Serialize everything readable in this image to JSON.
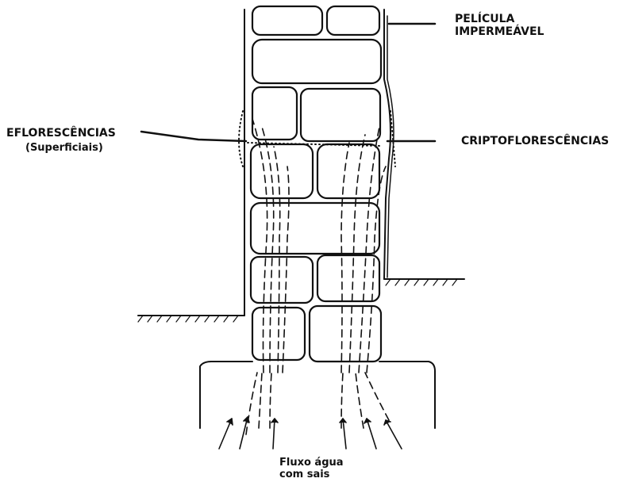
{
  "labels": {
    "pelicula_line1": "PELÍCULA",
    "pelicula_line2": "IMPERMEÁVEL",
    "eflorescencias": "EFLORESCÊNCIAS",
    "eflorescencias_sub": "(Superficiais)",
    "criptoflorescencias": "CRIPTOFLORESCÊNCIAS",
    "fluxo_line1": "Fluxo água",
    "fluxo_line2": "com sais"
  },
  "colors": {
    "ink": "#111111",
    "background": "#ffffff"
  }
}
